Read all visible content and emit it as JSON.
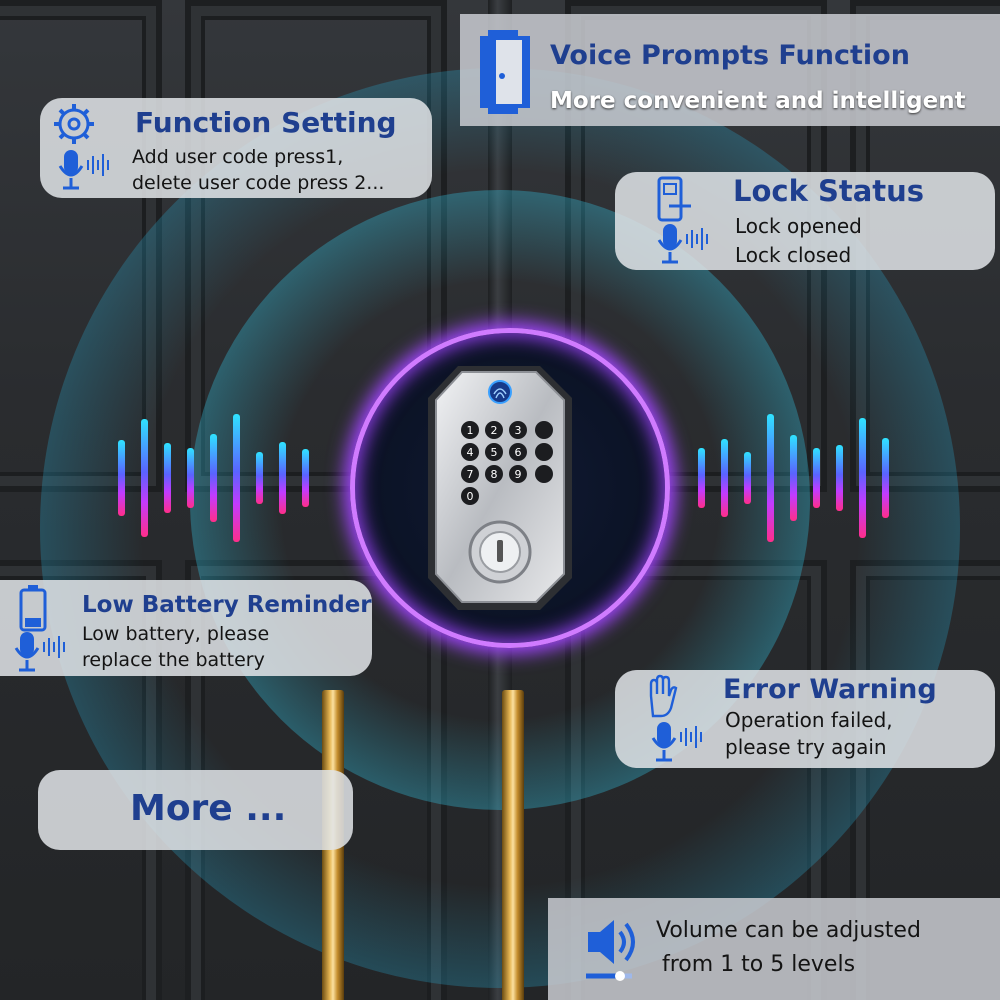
{
  "colors": {
    "title": "#1f3f8f",
    "accent_blue": "#1f5fd8",
    "ring_purple": "#b04dff"
  },
  "voice_prompts": {
    "title": "Voice Prompts Function",
    "subtitle": "More convenient and intelligent",
    "icon": "door-icon"
  },
  "function_setting": {
    "title": "Function Setting",
    "line1": "Add user code press1,",
    "line2": "delete user code press 2...",
    "icons": [
      "gear-icon",
      "microphone-icon"
    ]
  },
  "lock_status": {
    "title": "Lock Status",
    "line1": "Lock opened",
    "line2": "Lock closed",
    "icons": [
      "door-lock-icon",
      "microphone-icon"
    ]
  },
  "low_battery": {
    "title": "Low Battery Reminder",
    "line1": "Low battery, please",
    "line2": "replace the battery",
    "icons": [
      "battery-icon",
      "microphone-icon"
    ]
  },
  "error_warning": {
    "title": "Error Warning",
    "line1": "Operation failed,",
    "line2": "please try again",
    "icons": [
      "hand-icon",
      "microphone-icon"
    ]
  },
  "more": {
    "label": "More ..."
  },
  "volume": {
    "line1": "Volume can be adjusted",
    "line2": "from 1 to 5 levels",
    "icon": "speaker-icon"
  },
  "keypad": {
    "keys": [
      "1",
      "2",
      "3",
      "4",
      "5",
      "6",
      "7",
      "8",
      "9",
      "0"
    ],
    "icon": "fingerprint-icon"
  }
}
